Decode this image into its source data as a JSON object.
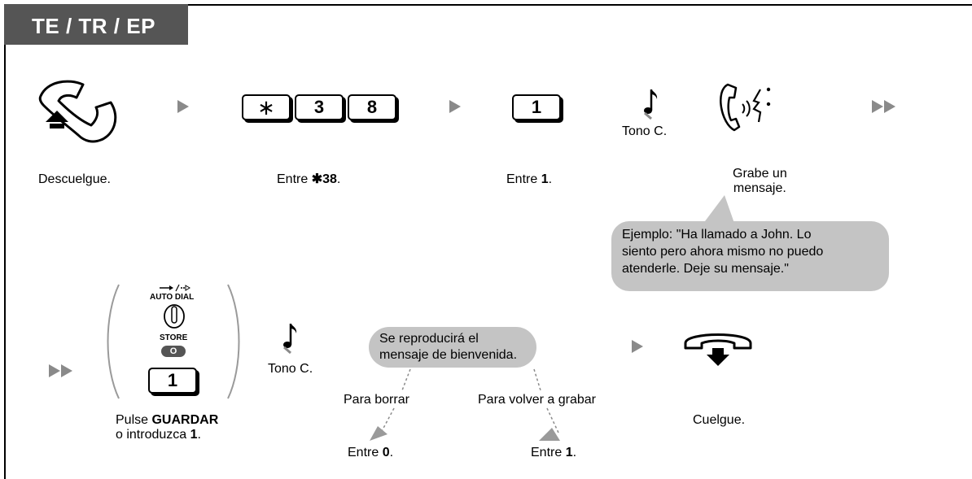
{
  "header": {
    "title": "TE / TR / EP"
  },
  "row1": {
    "step1": {
      "label": "Descuelgue."
    },
    "step2": {
      "keys": [
        "∗",
        "3",
        "8"
      ],
      "label_prefix": "Entre ",
      "label_bold": "✱38",
      "label_suffix": "."
    },
    "step3": {
      "key": "1",
      "label_prefix": "Entre ",
      "label_bold": "1",
      "label_suffix": "."
    },
    "tone": {
      "label": "Tono C."
    },
    "step4": {
      "label_line1": "Grabe un",
      "label_line2": "mensaje."
    }
  },
  "example_bubble": {
    "line1": "Ejemplo: \"Ha llamado a John. Lo",
    "line2": "siento pero ahora mismo no puedo",
    "line3": "atenderle. Deje su mensaje.\""
  },
  "row2": {
    "store_panel": {
      "auto_dial_label": "AUTO DIAL",
      "store_label": "STORE",
      "store_key_letter": "O",
      "key": "1",
      "label_line1_prefix": "Pulse ",
      "label_line1_bold": "GUARDAR",
      "label_line2_prefix": "o introduzca ",
      "label_line2_bold": "1",
      "label_line2_suffix": "."
    },
    "tone": {
      "label": "Tono C."
    },
    "playback_bubble": {
      "line1": "Se reproducirá el",
      "line2": "mensaje de bienvenida."
    },
    "option_delete": {
      "label": "Para borrar",
      "result_prefix": "Entre ",
      "result_bold": "0",
      "result_suffix": "."
    },
    "option_rerecord": {
      "label": "Para volver a grabar",
      "result_prefix": "Entre ",
      "result_bold": "1",
      "result_suffix": "."
    },
    "hangup": {
      "label": "Cuelgue."
    }
  },
  "colors": {
    "header_bg": "#555555",
    "bubble_bg": "#c4c4c4",
    "arrow": "#8a8a8a"
  }
}
